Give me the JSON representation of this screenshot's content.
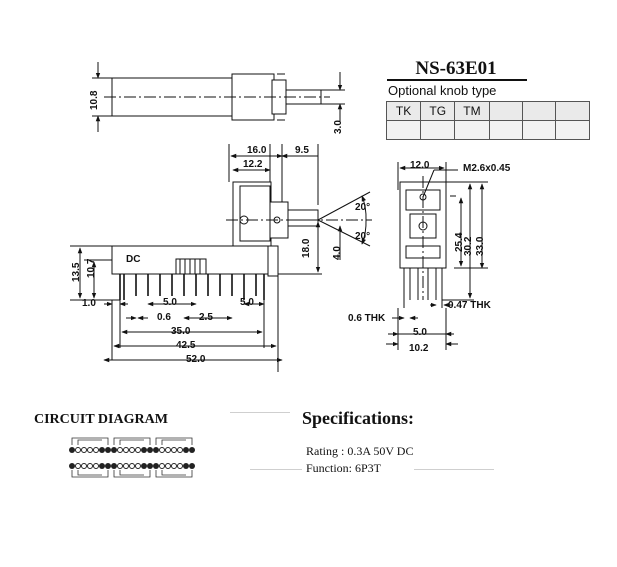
{
  "header": {
    "part_number": "NS-63E01",
    "knob_caption": "Optional knob type",
    "knob_types": [
      "TK",
      "TG",
      "TM",
      "",
      "",
      ""
    ]
  },
  "dimensions": {
    "side_height": "10.8",
    "shaft_dia": "3.0",
    "top_16": "16.0",
    "top_12_2": "12.2",
    "top_9_5": "9.5",
    "angle_up": "20°",
    "angle_down": "20°",
    "h_18": "18.0",
    "h_4": "4.0",
    "h_13_5": "13.5",
    "h_10_7": "10.7",
    "dc_label": "DC",
    "b_1": "1.0",
    "b_5": "5.0",
    "b_0_6": "0.6",
    "b_2_5": "2.5",
    "b_5r": "5.0",
    "b_35": "35.0",
    "b_42_5": "42.5",
    "b_52": "52.0",
    "r_12": "12.0",
    "r_m26": "M2.6x0.45",
    "r_25_4": "25.4",
    "r_30_2": "30.2",
    "r_33": "33.0",
    "r_047": "0.47 THK",
    "r_06": "0.6 THK",
    "r_5": "5.0",
    "r_10_2": "10.2"
  },
  "circuit": {
    "title": "CIRCUIT DIAGRAM"
  },
  "specs": {
    "title": "Specifications:",
    "rating": "Rating : 0.3A 50V DC",
    "function": "Function: 6P3T"
  }
}
